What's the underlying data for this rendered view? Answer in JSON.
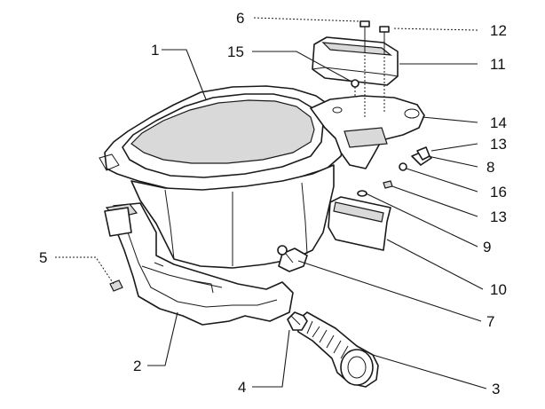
{
  "diagram": {
    "parts": [
      {
        "id": "p1",
        "number": "1"
      },
      {
        "id": "p2",
        "number": "2"
      },
      {
        "id": "p3",
        "number": "3"
      },
      {
        "id": "p4",
        "number": "4"
      },
      {
        "id": "p5",
        "number": "5"
      },
      {
        "id": "p6",
        "number": "6"
      },
      {
        "id": "p7",
        "number": "7"
      },
      {
        "id": "p8",
        "number": "8"
      },
      {
        "id": "p9",
        "number": "9"
      },
      {
        "id": "p10",
        "number": "10"
      },
      {
        "id": "p11",
        "number": "11"
      },
      {
        "id": "p12",
        "number": "12"
      },
      {
        "id": "p13a",
        "number": "13"
      },
      {
        "id": "p13b",
        "number": "13"
      },
      {
        "id": "p14",
        "number": "14"
      },
      {
        "id": "p15",
        "number": "15"
      },
      {
        "id": "p16",
        "number": "16"
      }
    ]
  }
}
